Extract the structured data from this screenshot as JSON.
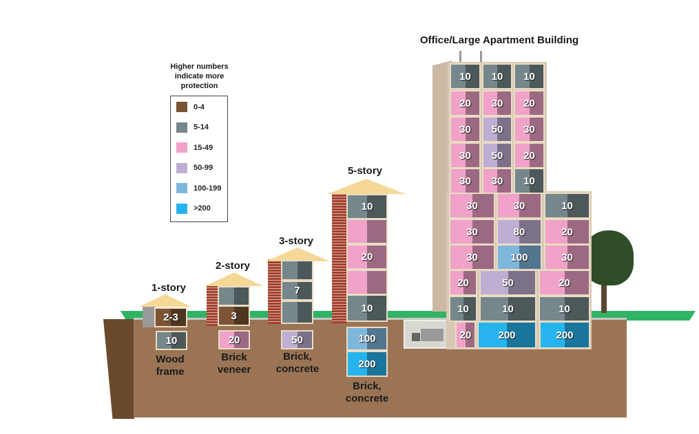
{
  "title": "Office/Large Apartment Building",
  "legend": {
    "heading": [
      "Higher numbers",
      "indicate more",
      "protection"
    ],
    "items": [
      {
        "key": "a",
        "range": "0-4",
        "color": "#7a5434"
      },
      {
        "key": "b",
        "range": "5-14",
        "color": "#75878a"
      },
      {
        "key": "c",
        "range": "15-49",
        "color": "#f0a2c8"
      },
      {
        "key": "d",
        "range": "50-99",
        "color": "#beaed3"
      },
      {
        "key": "e",
        "range": "100-199",
        "color": "#7fb6dc"
      },
      {
        "key": "f",
        "range": ">200",
        "color": "#27b4ee"
      }
    ]
  },
  "houses": [
    {
      "label": "1-story",
      "material": [
        "Wood",
        "frame"
      ]
    },
    {
      "label": "2-story",
      "material": [
        "Brick",
        "veneer"
      ]
    },
    {
      "label": "3-story",
      "material": [
        "Brick,",
        "concrete"
      ]
    },
    {
      "label": "5-story",
      "material": [
        "Brick,",
        "concrete"
      ]
    }
  ],
  "cells": {
    "h1": [
      {
        "v": "2-3",
        "c": "a"
      },
      {
        "v": "10",
        "c": "b"
      }
    ],
    "h2": [
      {
        "v": "",
        "c": "b"
      },
      {
        "v": "3",
        "c": "a"
      },
      {
        "v": "20",
        "c": "c"
      }
    ],
    "h3": [
      {
        "v": "",
        "c": "b"
      },
      {
        "v": "7",
        "c": "b"
      },
      {
        "v": "",
        "c": "b"
      },
      {
        "v": "50",
        "c": "d"
      }
    ],
    "h5": [
      {
        "v": "10",
        "c": "b"
      },
      {
        "v": "",
        "c": "c"
      },
      {
        "v": "20",
        "c": "c"
      },
      {
        "v": "",
        "c": "c"
      },
      {
        "v": "10",
        "c": "b"
      },
      {
        "v": "100",
        "c": "e"
      },
      {
        "v": "200",
        "c": "f"
      }
    ],
    "office": [
      {
        "v": "10",
        "c": "b"
      },
      {
        "v": "10",
        "c": "b"
      },
      {
        "v": "10",
        "c": "b"
      },
      {
        "v": "20",
        "c": "c"
      },
      {
        "v": "30",
        "c": "c"
      },
      {
        "v": "20",
        "c": "c"
      },
      {
        "v": "30",
        "c": "c"
      },
      {
        "v": "50",
        "c": "d"
      },
      {
        "v": "30",
        "c": "c"
      },
      {
        "v": "30",
        "c": "c"
      },
      {
        "v": "50",
        "c": "d"
      },
      {
        "v": "20",
        "c": "c"
      },
      {
        "v": "30",
        "c": "c"
      },
      {
        "v": "30",
        "c": "c"
      },
      {
        "v": "10",
        "c": "b"
      },
      {
        "v": "30",
        "c": "c"
      },
      {
        "v": "30",
        "c": "c"
      },
      {
        "v": "10",
        "c": "b"
      },
      {
        "v": "30",
        "c": "c"
      },
      {
        "v": "80",
        "c": "d"
      },
      {
        "v": "20",
        "c": "c"
      },
      {
        "v": "30",
        "c": "c"
      },
      {
        "v": "100",
        "c": "e"
      },
      {
        "v": "30",
        "c": "c"
      },
      {
        "v": "20",
        "c": "c"
      },
      {
        "v": "50",
        "c": "d"
      },
      {
        "v": "20",
        "c": "c"
      },
      {
        "v": "10",
        "c": "b"
      },
      {
        "v": "10",
        "c": "b"
      },
      {
        "v": "10",
        "c": "b"
      },
      {
        "v": "20",
        "c": "c"
      },
      {
        "v": "200",
        "c": "f"
      },
      {
        "v": "200",
        "c": "f"
      }
    ]
  }
}
